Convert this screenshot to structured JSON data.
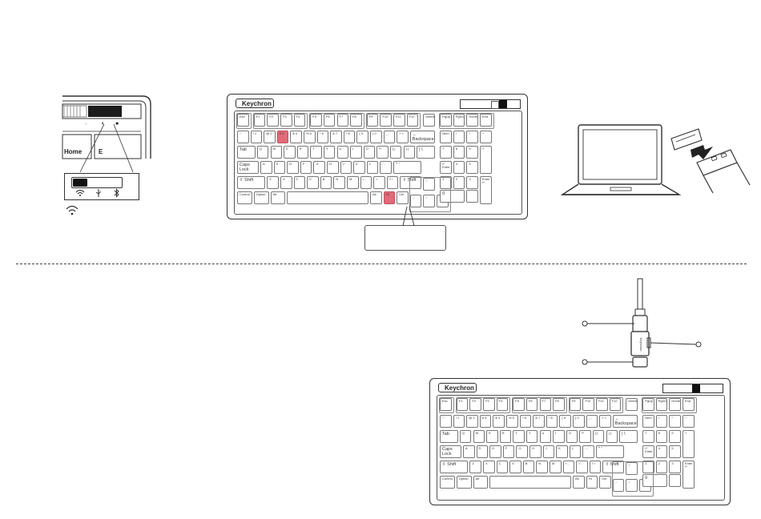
{
  "brand": "Keychron",
  "zoom_labels": {
    "home": "Home",
    "partial": "E"
  },
  "switch_icons": [
    "wifi-icon",
    "usb-icon",
    "bluetooth-icon"
  ],
  "keyboard": {
    "fn_row": [
      "Esc",
      "F1",
      "F2",
      "F3",
      "F4",
      "F5",
      "F6",
      "F7",
      "F8",
      "F9",
      "F10",
      "F11",
      "F12",
      "Delete",
      "PgUp",
      "PgDn",
      "Home",
      "End"
    ],
    "num_row": [
      "~ `",
      "! 1",
      "@ 2",
      "# 3",
      "$ 4",
      "% 5",
      "^ 6",
      "& 7",
      "* 8",
      "( 9",
      ") 0",
      "_ -",
      "+ =",
      "← Backspace",
      "Num",
      "/",
      "*",
      "−"
    ],
    "top_row": [
      "Tab",
      "Q",
      "W",
      "E",
      "R",
      "T",
      "Y",
      "U",
      "I",
      "O",
      "P",
      "{ [",
      "} ]",
      "| \\",
      "7",
      "8",
      "9",
      "+"
    ],
    "home_row": [
      "Caps Lock",
      "A",
      "S",
      "D",
      "F",
      "G",
      "H",
      "J",
      "K",
      "L",
      ": ;",
      "\" '",
      "↵ Enter",
      "4",
      "5",
      "6"
    ],
    "shift_row": [
      "⇧ Shift",
      "Z",
      "X",
      "C",
      "V",
      "B",
      "N",
      "M",
      "< ,",
      "> .",
      "? /",
      "⇧ Shift",
      "↑",
      "1",
      "2",
      "3",
      "Enter ↵"
    ],
    "bottom_row": [
      "Control",
      "Option",
      "Alt",
      "",
      "Alt",
      "Fn",
      "Ctrl",
      "←",
      "↓",
      "→",
      "0",
      "."
    ]
  },
  "colors": {
    "highlight": "#e06b79",
    "line": "#333333"
  }
}
